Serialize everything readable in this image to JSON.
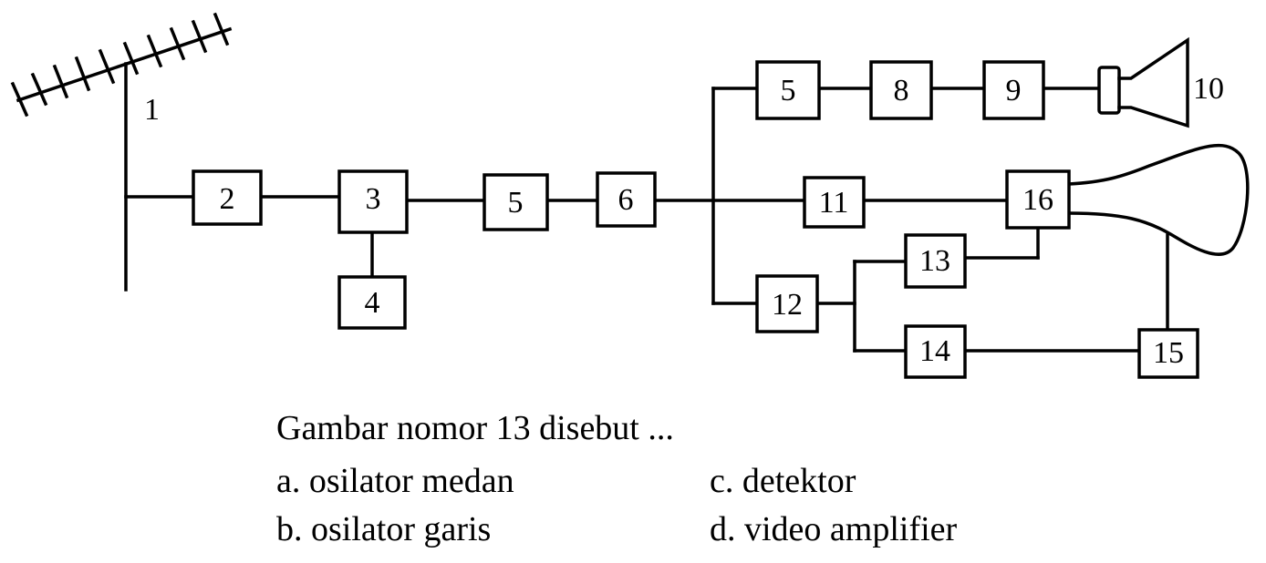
{
  "diagram": {
    "antenna_label": "1",
    "speaker_label": "10",
    "blocks": {
      "b2": "2",
      "b3": "3",
      "b4": "4",
      "b5a": "5",
      "b6": "6",
      "b5b": "5",
      "b8": "8",
      "b9": "9",
      "b11": "11",
      "b16": "16",
      "b13": "13",
      "b12": "12",
      "b14": "14",
      "b15": "15"
    }
  },
  "question": {
    "text": "Gambar nomor 13 disebut ...",
    "options": {
      "a": "a. osilator medan",
      "b": "b. osilator garis",
      "c": "c. detektor",
      "d": "d. video amplifier"
    }
  }
}
